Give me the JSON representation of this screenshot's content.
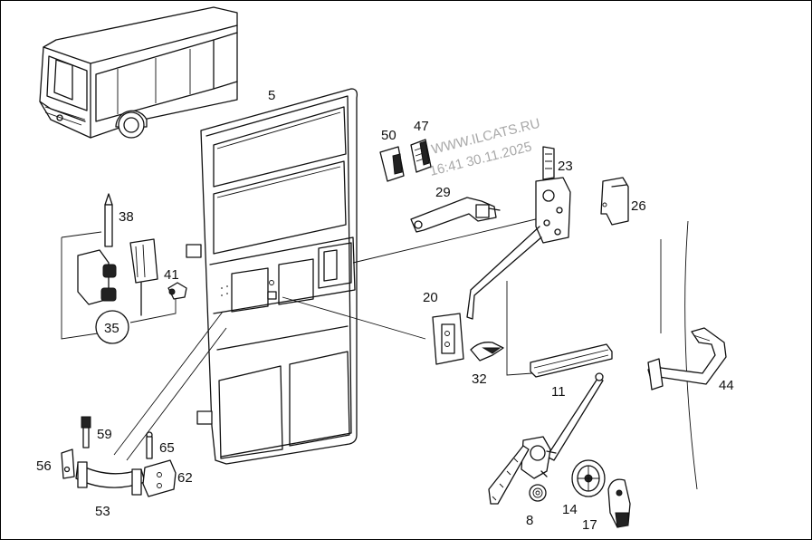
{
  "watermark": {
    "site": "WWW.ILCATS.RU",
    "stamp": "16:41 30.11.2025"
  },
  "callouts": [
    {
      "id": "5",
      "label": "5"
    },
    {
      "id": "50",
      "label": "50"
    },
    {
      "id": "47",
      "label": "47"
    },
    {
      "id": "23",
      "label": "23"
    },
    {
      "id": "29",
      "label": "29"
    },
    {
      "id": "26",
      "label": "26"
    },
    {
      "id": "38",
      "label": "38"
    },
    {
      "id": "41",
      "label": "41"
    },
    {
      "id": "35",
      "label": "35"
    },
    {
      "id": "20",
      "label": "20"
    },
    {
      "id": "32",
      "label": "32"
    },
    {
      "id": "11",
      "label": "11"
    },
    {
      "id": "44",
      "label": "44"
    },
    {
      "id": "59",
      "label": "59"
    },
    {
      "id": "65",
      "label": "65"
    },
    {
      "id": "56",
      "label": "56"
    },
    {
      "id": "62",
      "label": "62"
    },
    {
      "id": "53",
      "label": "53"
    },
    {
      "id": "8",
      "label": "8"
    },
    {
      "id": "14",
      "label": "14"
    },
    {
      "id": "17",
      "label": "17"
    }
  ]
}
